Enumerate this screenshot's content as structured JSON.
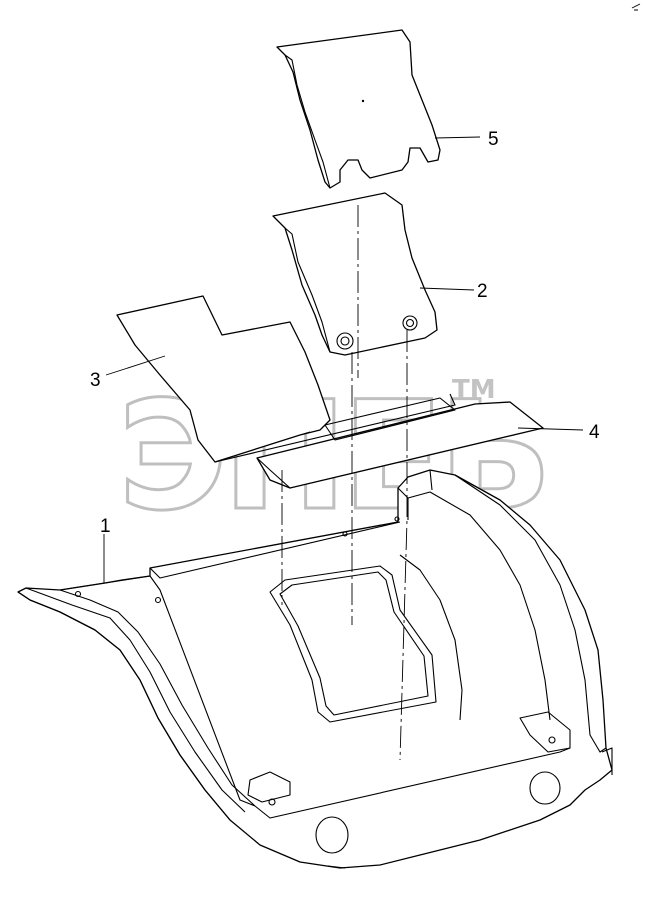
{
  "watermark": {
    "text": "ЭПЕЬ",
    "trademark": "TM"
  },
  "callouts": [
    {
      "id": "1",
      "label": "1"
    },
    {
      "id": "2",
      "label": "2"
    },
    {
      "id": "3",
      "label": "3"
    },
    {
      "id": "4",
      "label": "4"
    },
    {
      "id": "5",
      "label": "5"
    }
  ]
}
